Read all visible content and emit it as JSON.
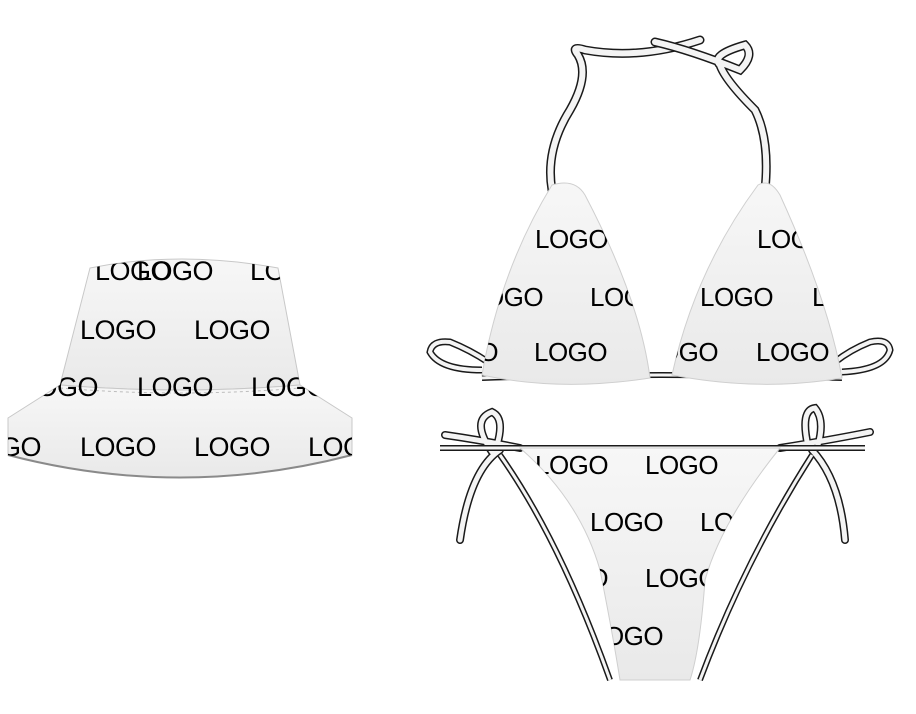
{
  "image": {
    "background_color": "#ffffff",
    "fabric_color": "#f4f4f4",
    "fabric_shadow_color": "#dcdcdc",
    "outline_color": "#1a1a1a",
    "print_color": "#000000"
  },
  "products": {
    "hat": {
      "name": "bucket-hat",
      "print_text": "LOGO"
    },
    "bikini_top": {
      "name": "triangle-bikini-top",
      "print_text": "LOGO"
    },
    "bikini_bottom": {
      "name": "tie-side-bikini-bottom",
      "print_text": "LOGO"
    }
  }
}
